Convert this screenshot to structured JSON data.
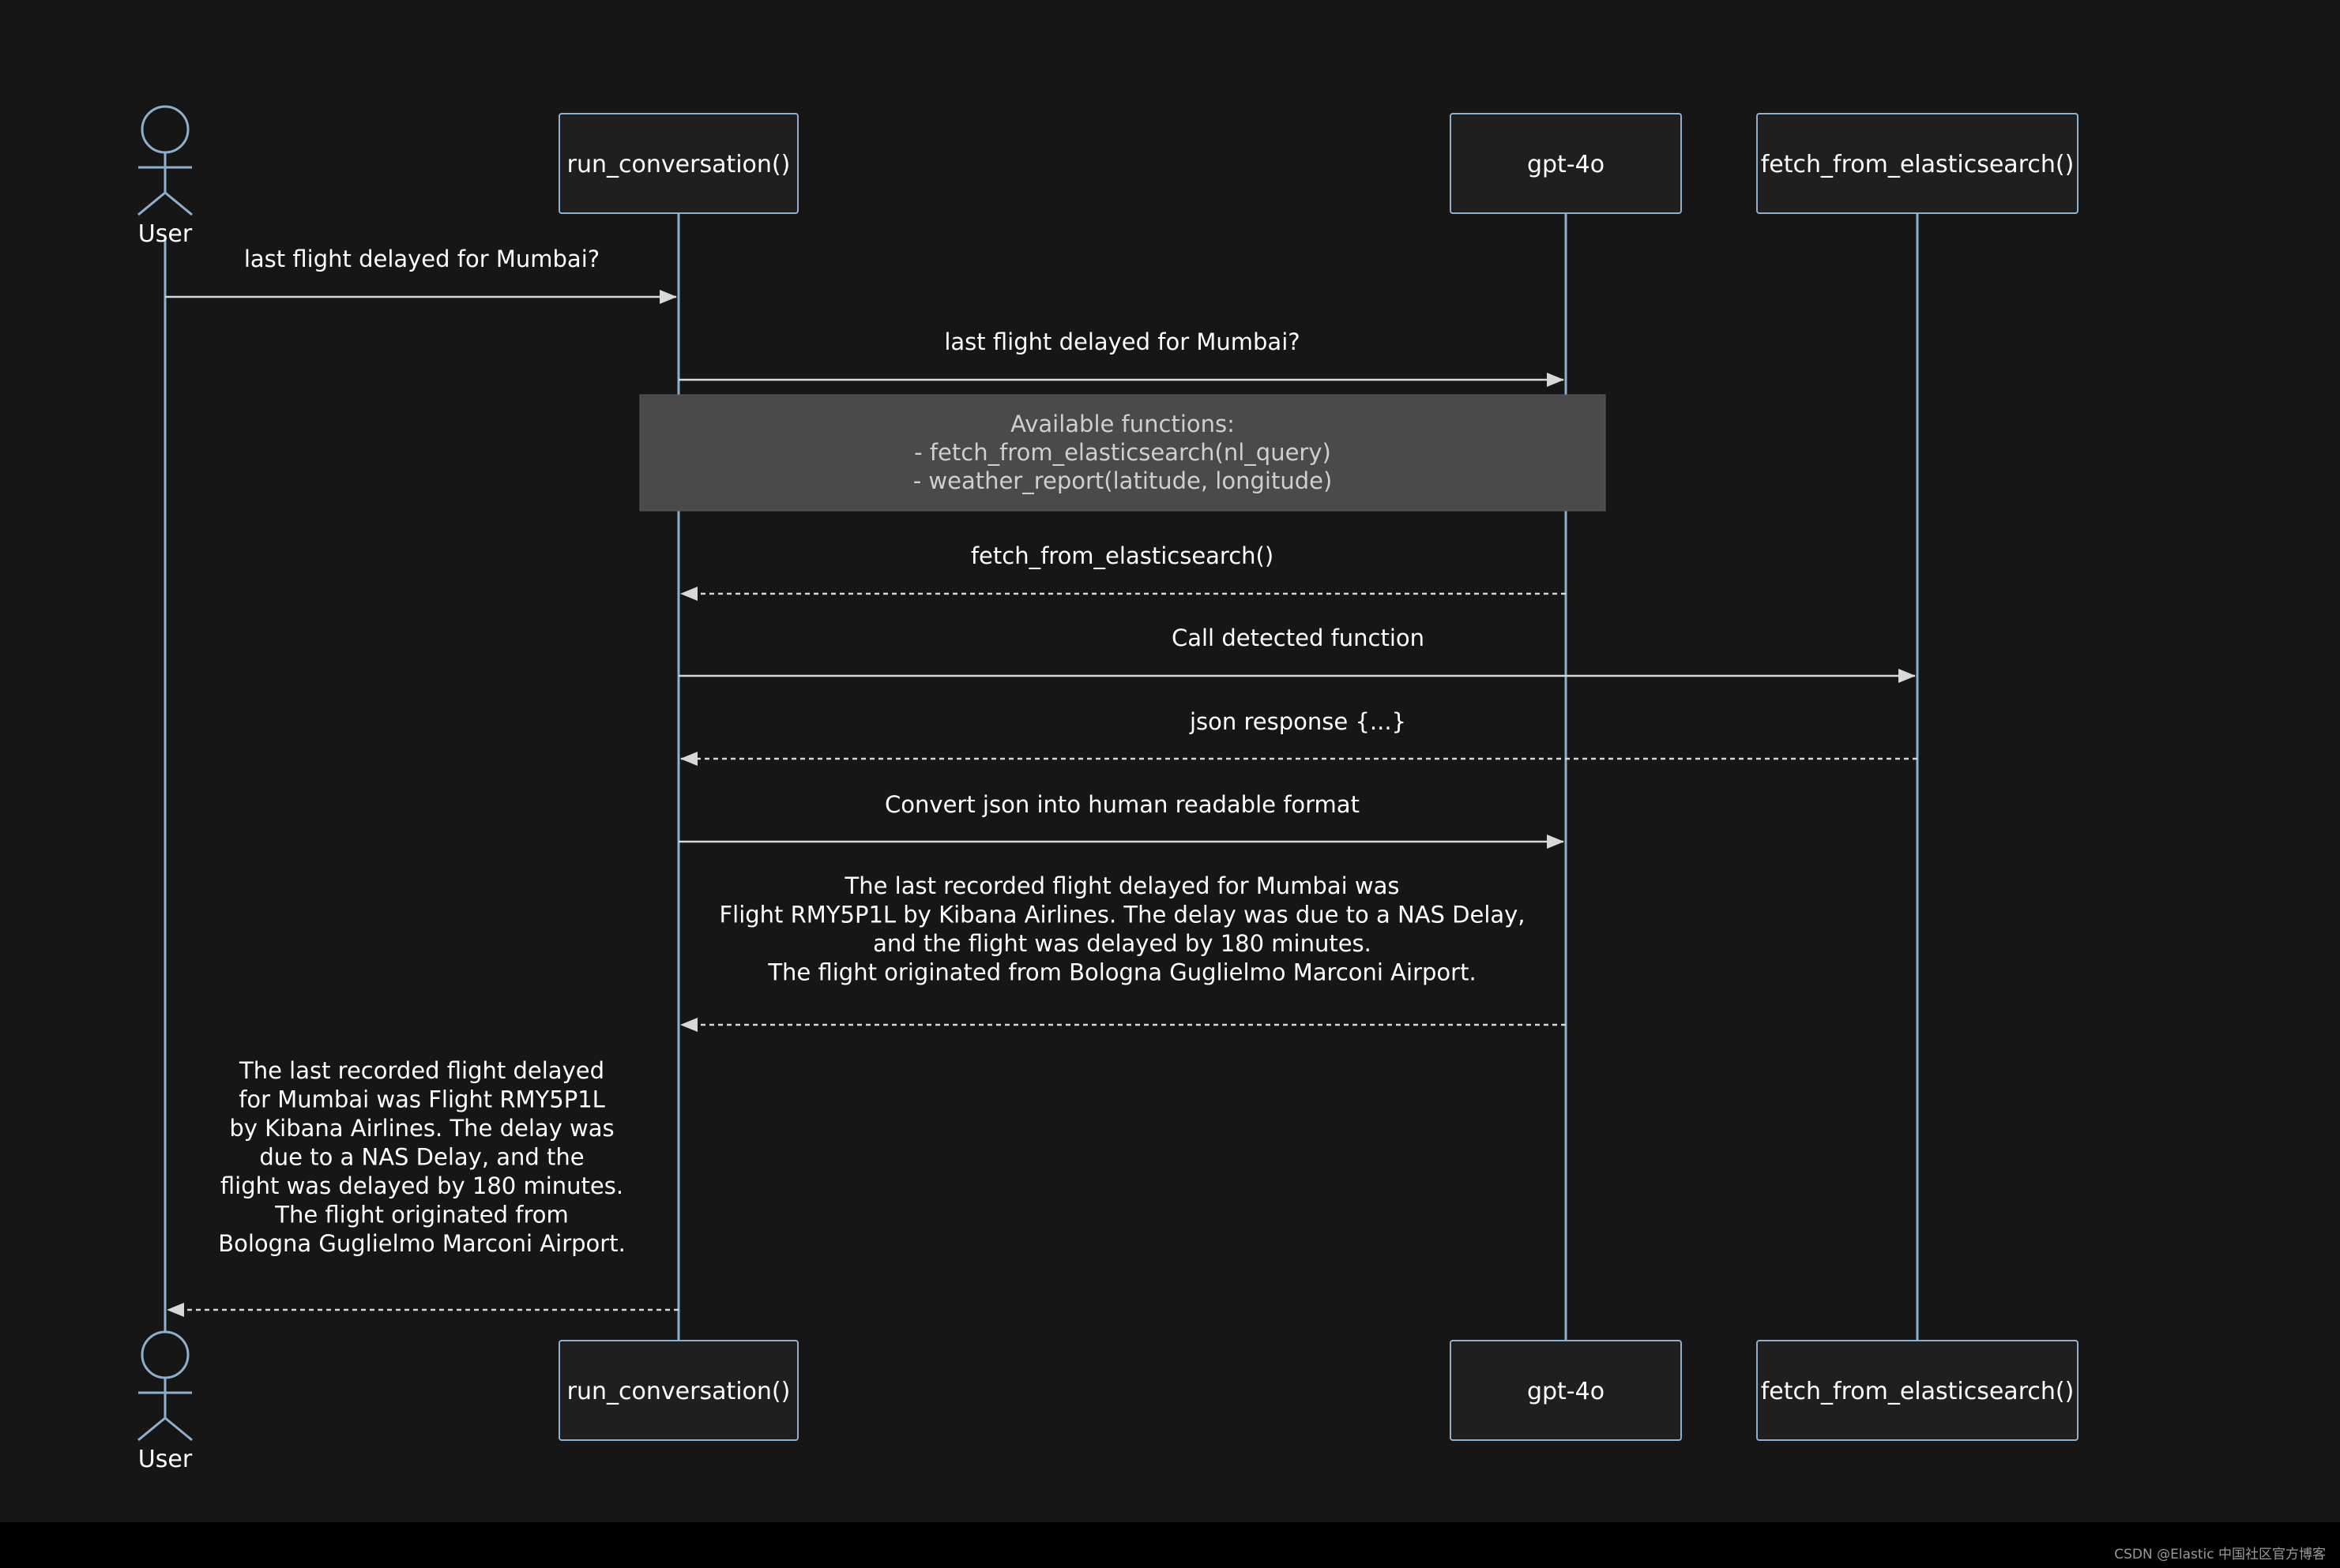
{
  "participants": [
    {
      "id": "user",
      "label": "User",
      "kind": "actor"
    },
    {
      "id": "run",
      "label": "run_conversation()",
      "kind": "box"
    },
    {
      "id": "gpt",
      "label": "gpt-4o",
      "kind": "box"
    },
    {
      "id": "fetch",
      "label": "fetch_from_elasticsearch()",
      "kind": "box"
    }
  ],
  "note": {
    "lines": [
      "Available functions:",
      "- fetch_from_elasticsearch(nl_query)",
      "- weather_report(latitude, longitude)"
    ]
  },
  "messages": [
    {
      "from": "user",
      "to": "run",
      "style": "solid",
      "lines": [
        "last flight delayed for Mumbai?"
      ]
    },
    {
      "from": "run",
      "to": "gpt",
      "style": "solid",
      "lines": [
        "last flight delayed for Mumbai?"
      ]
    },
    {
      "from": "gpt",
      "to": "run",
      "style": "dashed",
      "lines": [
        "fetch_from_elasticsearch()"
      ]
    },
    {
      "from": "run",
      "to": "fetch",
      "style": "solid",
      "lines": [
        "Call detected function"
      ]
    },
    {
      "from": "fetch",
      "to": "run",
      "style": "dashed",
      "lines": [
        "json response {...}"
      ]
    },
    {
      "from": "run",
      "to": "gpt",
      "style": "solid",
      "lines": [
        "Convert json into human readable format"
      ]
    },
    {
      "from": "gpt",
      "to": "run",
      "style": "dashed",
      "lines": [
        "The last recorded flight delayed for Mumbai was",
        "Flight RMY5P1L by Kibana Airlines. The delay was due to a NAS Delay,",
        "and the flight was delayed by 180 minutes.",
        "The flight originated from Bologna Guglielmo Marconi Airport."
      ]
    },
    {
      "from": "run",
      "to": "user",
      "style": "dashed",
      "lines": [
        "The last recorded flight delayed",
        "for Mumbai was Flight RMY5P1L",
        "by Kibana Airlines. The delay was",
        "due to a NAS Delay, and the",
        "flight was delayed by 180 minutes.",
        "The flight originated from",
        "Bologna Guglielmo Marconi Airport."
      ]
    }
  ],
  "watermark": "CSDN @Elastic 中国社区官方博客",
  "colors": {
    "background": "#161616",
    "line": "#8fb0cc",
    "box_fill": "#1f1f1f",
    "box_stroke": "#8fb0cc",
    "note_fill": "#4a4a4a",
    "note_text": "#cfcfcf",
    "text": "#ffffff",
    "arrow": "#d8d8d8"
  }
}
